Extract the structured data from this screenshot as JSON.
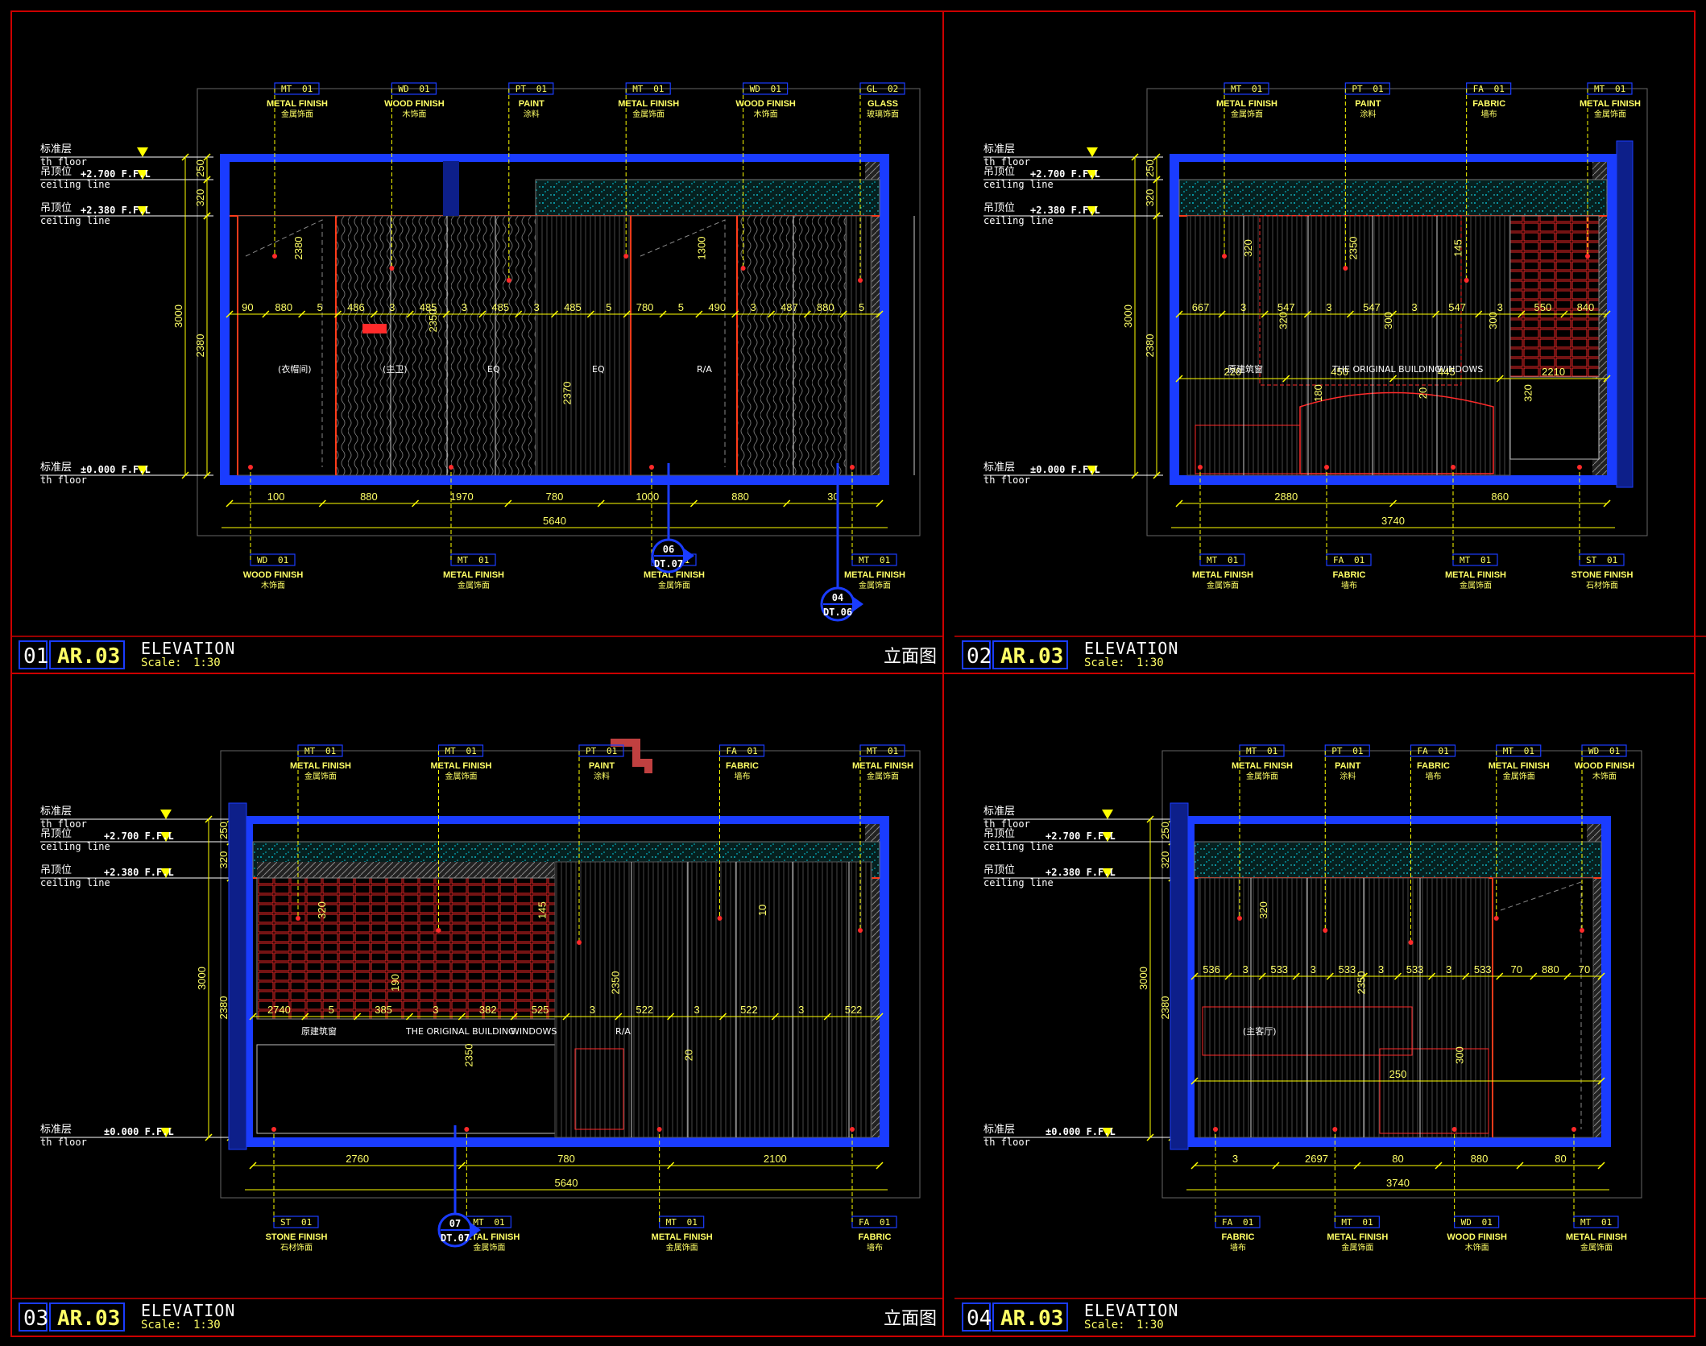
{
  "sheet": {
    "frame_color": "#cc0000",
    "wall_color": "#1a3cff",
    "dim_color": "#ffff00",
    "finish_color": "#ff3b1a",
    "pattern_color": "#00e5ff"
  },
  "levels": {
    "floor_cn": "标准层",
    "floor_en": "th floor",
    "ceiling_cn": "吊顶位",
    "ceiling_en": "ceiling line",
    "ceil1_val": "+2.700 F.F.L",
    "ceil2_val": "+2.380 F.F.L",
    "floor_val": "±0.000 F.F.L"
  },
  "panels": [
    {
      "title_num": "01",
      "title_ref": "AR.03",
      "title_name": "ELEVATION",
      "scale_label": "Scale:",
      "scale_value": "1:30",
      "title_cn": "立面图",
      "top_tags": [
        {
          "code": "MT",
          "num": "01",
          "en": "METAL FINISH",
          "cn": "金属饰面"
        },
        {
          "code": "WD",
          "num": "01",
          "en": "WOOD FINISH",
          "cn": "木饰面"
        },
        {
          "code": "PT",
          "num": "01",
          "en": "PAINT",
          "cn": "涂料"
        },
        {
          "code": "MT",
          "num": "01",
          "en": "METAL FINISH",
          "cn": "金属饰面"
        },
        {
          "code": "WD",
          "num": "01",
          "en": "WOOD FINISH",
          "cn": "木饰面"
        },
        {
          "code": "GL",
          "num": "02",
          "en": "GLASS",
          "cn": "玻璃饰面"
        }
      ],
      "bottom_tags": [
        {
          "code": "WD",
          "num": "01",
          "en": "WOOD FINISH",
          "cn": "木饰面"
        },
        {
          "code": "MT",
          "num": "01",
          "en": "METAL FINISH",
          "cn": "金属饰面"
        },
        {
          "code": "MT",
          "num": "01",
          "en": "METAL FINISH",
          "cn": "金属饰面"
        },
        {
          "code": "MT",
          "num": "01",
          "en": "METAL FINISH",
          "cn": "金属饰面"
        }
      ],
      "vdims": [
        "250",
        "320",
        "3000",
        "2380"
      ],
      "inner_vdims": [
        "2380",
        "2350",
        "2370",
        "1300"
      ],
      "hdims_top": [
        "90",
        "880",
        "5",
        "486",
        "3",
        "485",
        "3",
        "485",
        "3",
        "485",
        "5",
        "780",
        "5",
        "490",
        "3",
        "487",
        "880",
        "5"
      ],
      "hdims_bottom": [
        "100",
        "880",
        "1970",
        "780",
        "1000",
        "880",
        "30"
      ],
      "total": "5640",
      "notes": [
        "(衣帽间)",
        "(主卫)",
        "EQ",
        "EQ",
        "R/A"
      ],
      "callouts": [
        {
          "num": "06",
          "ref": "DT.07"
        },
        {
          "num": "04",
          "ref": "DT.06"
        }
      ]
    },
    {
      "title_num": "02",
      "title_ref": "AR.03",
      "title_name": "ELEVATION",
      "scale_label": "Scale:",
      "scale_value": "1:30",
      "title_cn": "立面图",
      "top_tags": [
        {
          "code": "MT",
          "num": "01",
          "en": "METAL FINISH",
          "cn": "金属饰面"
        },
        {
          "code": "PT",
          "num": "01",
          "en": "PAINT",
          "cn": "涂料"
        },
        {
          "code": "FA",
          "num": "01",
          "en": "FABRIC",
          "cn": "墙布"
        },
        {
          "code": "MT",
          "num": "01",
          "en": "METAL FINISH",
          "cn": "金属饰面"
        }
      ],
      "bottom_tags": [
        {
          "code": "MT",
          "num": "01",
          "en": "METAL FINISH",
          "cn": "金属饰面"
        },
        {
          "code": "FA",
          "num": "01",
          "en": "FABRIC",
          "cn": "墙布"
        },
        {
          "code": "MT",
          "num": "01",
          "en": "METAL FINISH",
          "cn": "金属饰面"
        },
        {
          "code": "ST",
          "num": "01",
          "en": "STONE FINISH",
          "cn": "石材饰面"
        }
      ],
      "vdims": [
        "250",
        "320",
        "3000",
        "2380"
      ],
      "inner_vdims": [
        "320",
        "320",
        "180",
        "2350",
        "300",
        "20",
        "145",
        "300",
        "320"
      ],
      "hdims_top": [
        "667",
        "3",
        "547",
        "3",
        "547",
        "3",
        "547",
        "3",
        "550",
        "840"
      ],
      "hdims_mid": [
        "220",
        "450",
        "445",
        "2210"
      ],
      "hdims_bottom": [
        "2880",
        "860"
      ],
      "total": "3740",
      "notes": [
        "原建筑窗",
        "THE ORIGINAL BUILDING",
        "WINDOWS"
      ],
      "callouts": []
    },
    {
      "title_num": "03",
      "title_ref": "AR.03",
      "title_name": "ELEVATION",
      "scale_label": "Scale:",
      "scale_value": "1:30",
      "title_cn": "立面图",
      "top_tags": [
        {
          "code": "MT",
          "num": "01",
          "en": "METAL FINISH",
          "cn": "金属饰面"
        },
        {
          "code": "MT",
          "num": "01",
          "en": "METAL FINISH",
          "cn": "金属饰面"
        },
        {
          "code": "PT",
          "num": "01",
          "en": "PAINT",
          "cn": "涂料"
        },
        {
          "code": "FA",
          "num": "01",
          "en": "FABRIC",
          "cn": "墙布"
        },
        {
          "code": "MT",
          "num": "01",
          "en": "METAL FINISH",
          "cn": "金属饰面"
        }
      ],
      "bottom_tags": [
        {
          "code": "ST",
          "num": "01",
          "en": "STONE FINISH",
          "cn": "石材饰面"
        },
        {
          "code": "MT",
          "num": "01",
          "en": "METAL FINISH",
          "cn": "金属饰面"
        },
        {
          "code": "MT",
          "num": "01",
          "en": "METAL FINISH",
          "cn": "金属饰面"
        },
        {
          "code": "FA",
          "num": "01",
          "en": "FABRIC",
          "cn": "墙布"
        }
      ],
      "vdims": [
        "250",
        "320",
        "3000",
        "2380"
      ],
      "inner_vdims": [
        "320",
        "190",
        "2350",
        "145",
        "2350",
        "20",
        "10"
      ],
      "hdims_top": [
        "2740",
        "5",
        "385",
        "3",
        "382",
        "525",
        "3",
        "522",
        "3",
        "522",
        "3",
        "522"
      ],
      "hdims_bottom": [
        "2760",
        "780",
        "2100"
      ],
      "total": "5640",
      "notes": [
        "原建筑窗",
        "THE ORIGINAL BUILDING",
        "WINDOWS",
        "R/A"
      ],
      "callouts": [
        {
          "num": "07",
          "ref": "DT.07"
        }
      ]
    },
    {
      "title_num": "04",
      "title_ref": "AR.03",
      "title_name": "ELEVATION",
      "scale_label": "Scale:",
      "scale_value": "1:30",
      "title_cn": "立面图",
      "top_tags": [
        {
          "code": "MT",
          "num": "01",
          "en": "METAL FINISH",
          "cn": "金属饰面"
        },
        {
          "code": "PT",
          "num": "01",
          "en": "PAINT",
          "cn": "涂料"
        },
        {
          "code": "FA",
          "num": "01",
          "en": "FABRIC",
          "cn": "墙布"
        },
        {
          "code": "MT",
          "num": "01",
          "en": "METAL FINISH",
          "cn": "金属饰面"
        },
        {
          "code": "WD",
          "num": "01",
          "en": "WOOD FINISH",
          "cn": "木饰面"
        }
      ],
      "bottom_tags": [
        {
          "code": "FA",
          "num": "01",
          "en": "FABRIC",
          "cn": "墙布"
        },
        {
          "code": "MT",
          "num": "01",
          "en": "METAL FINISH",
          "cn": "金属饰面"
        },
        {
          "code": "WD",
          "num": "01",
          "en": "WOOD FINISH",
          "cn": "木饰面"
        },
        {
          "code": "MT",
          "num": "01",
          "en": "METAL FINISH",
          "cn": "金属饰面"
        }
      ],
      "vdims": [
        "250",
        "320",
        "3000",
        "2380"
      ],
      "inner_vdims": [
        "320",
        "2350",
        "300"
      ],
      "hdims_top": [
        "536",
        "3",
        "533",
        "3",
        "533",
        "3",
        "533",
        "3",
        "533",
        "70",
        "880",
        "70"
      ],
      "hdims_mid": [
        "250"
      ],
      "hdims_bottom": [
        "3",
        "2697",
        "80",
        "880",
        "80"
      ],
      "total": "3740",
      "notes": [
        "(主客厅)"
      ],
      "callouts": []
    }
  ]
}
